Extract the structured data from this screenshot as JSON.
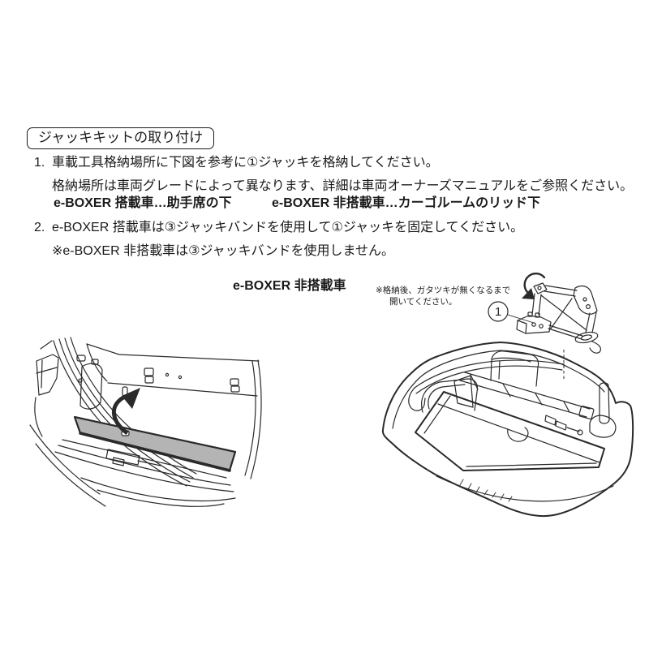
{
  "page": {
    "heading": "ジャッキキットの取り付け",
    "steps": {
      "s1_num": "1.",
      "s1_text": "車載工具格納場所に下図を参考に①ジャッキを格納してください。",
      "s1_note": "格納場所は車両グレードによって異なります、詳細は車両オーナーズマニュアルをご参照ください。",
      "s1_bold_left": "e-BOXER 搭載車…助手席の下",
      "s1_bold_right": "e-BOXER 非搭載車…カーゴルームのリッド下",
      "s2_num": "2.",
      "s2_text": "e-BOXER 搭載車は③ジャッキバンドを使用して①ジャッキを固定してください。",
      "s2_note": "※e-BOXER 非搭載車は③ジャッキバンドを使用しません。"
    },
    "figure": {
      "label": "e-BOXER 非搭載車",
      "note_line1": "※格納後、ガタツキが無くなるまで",
      "note_line2": "開いてください。",
      "callout_jack": "1"
    },
    "colors": {
      "line": "#2a2a2a",
      "lid_fill": "#b4b4b4",
      "text": "#1a1a1a",
      "background": "#ffffff"
    }
  }
}
